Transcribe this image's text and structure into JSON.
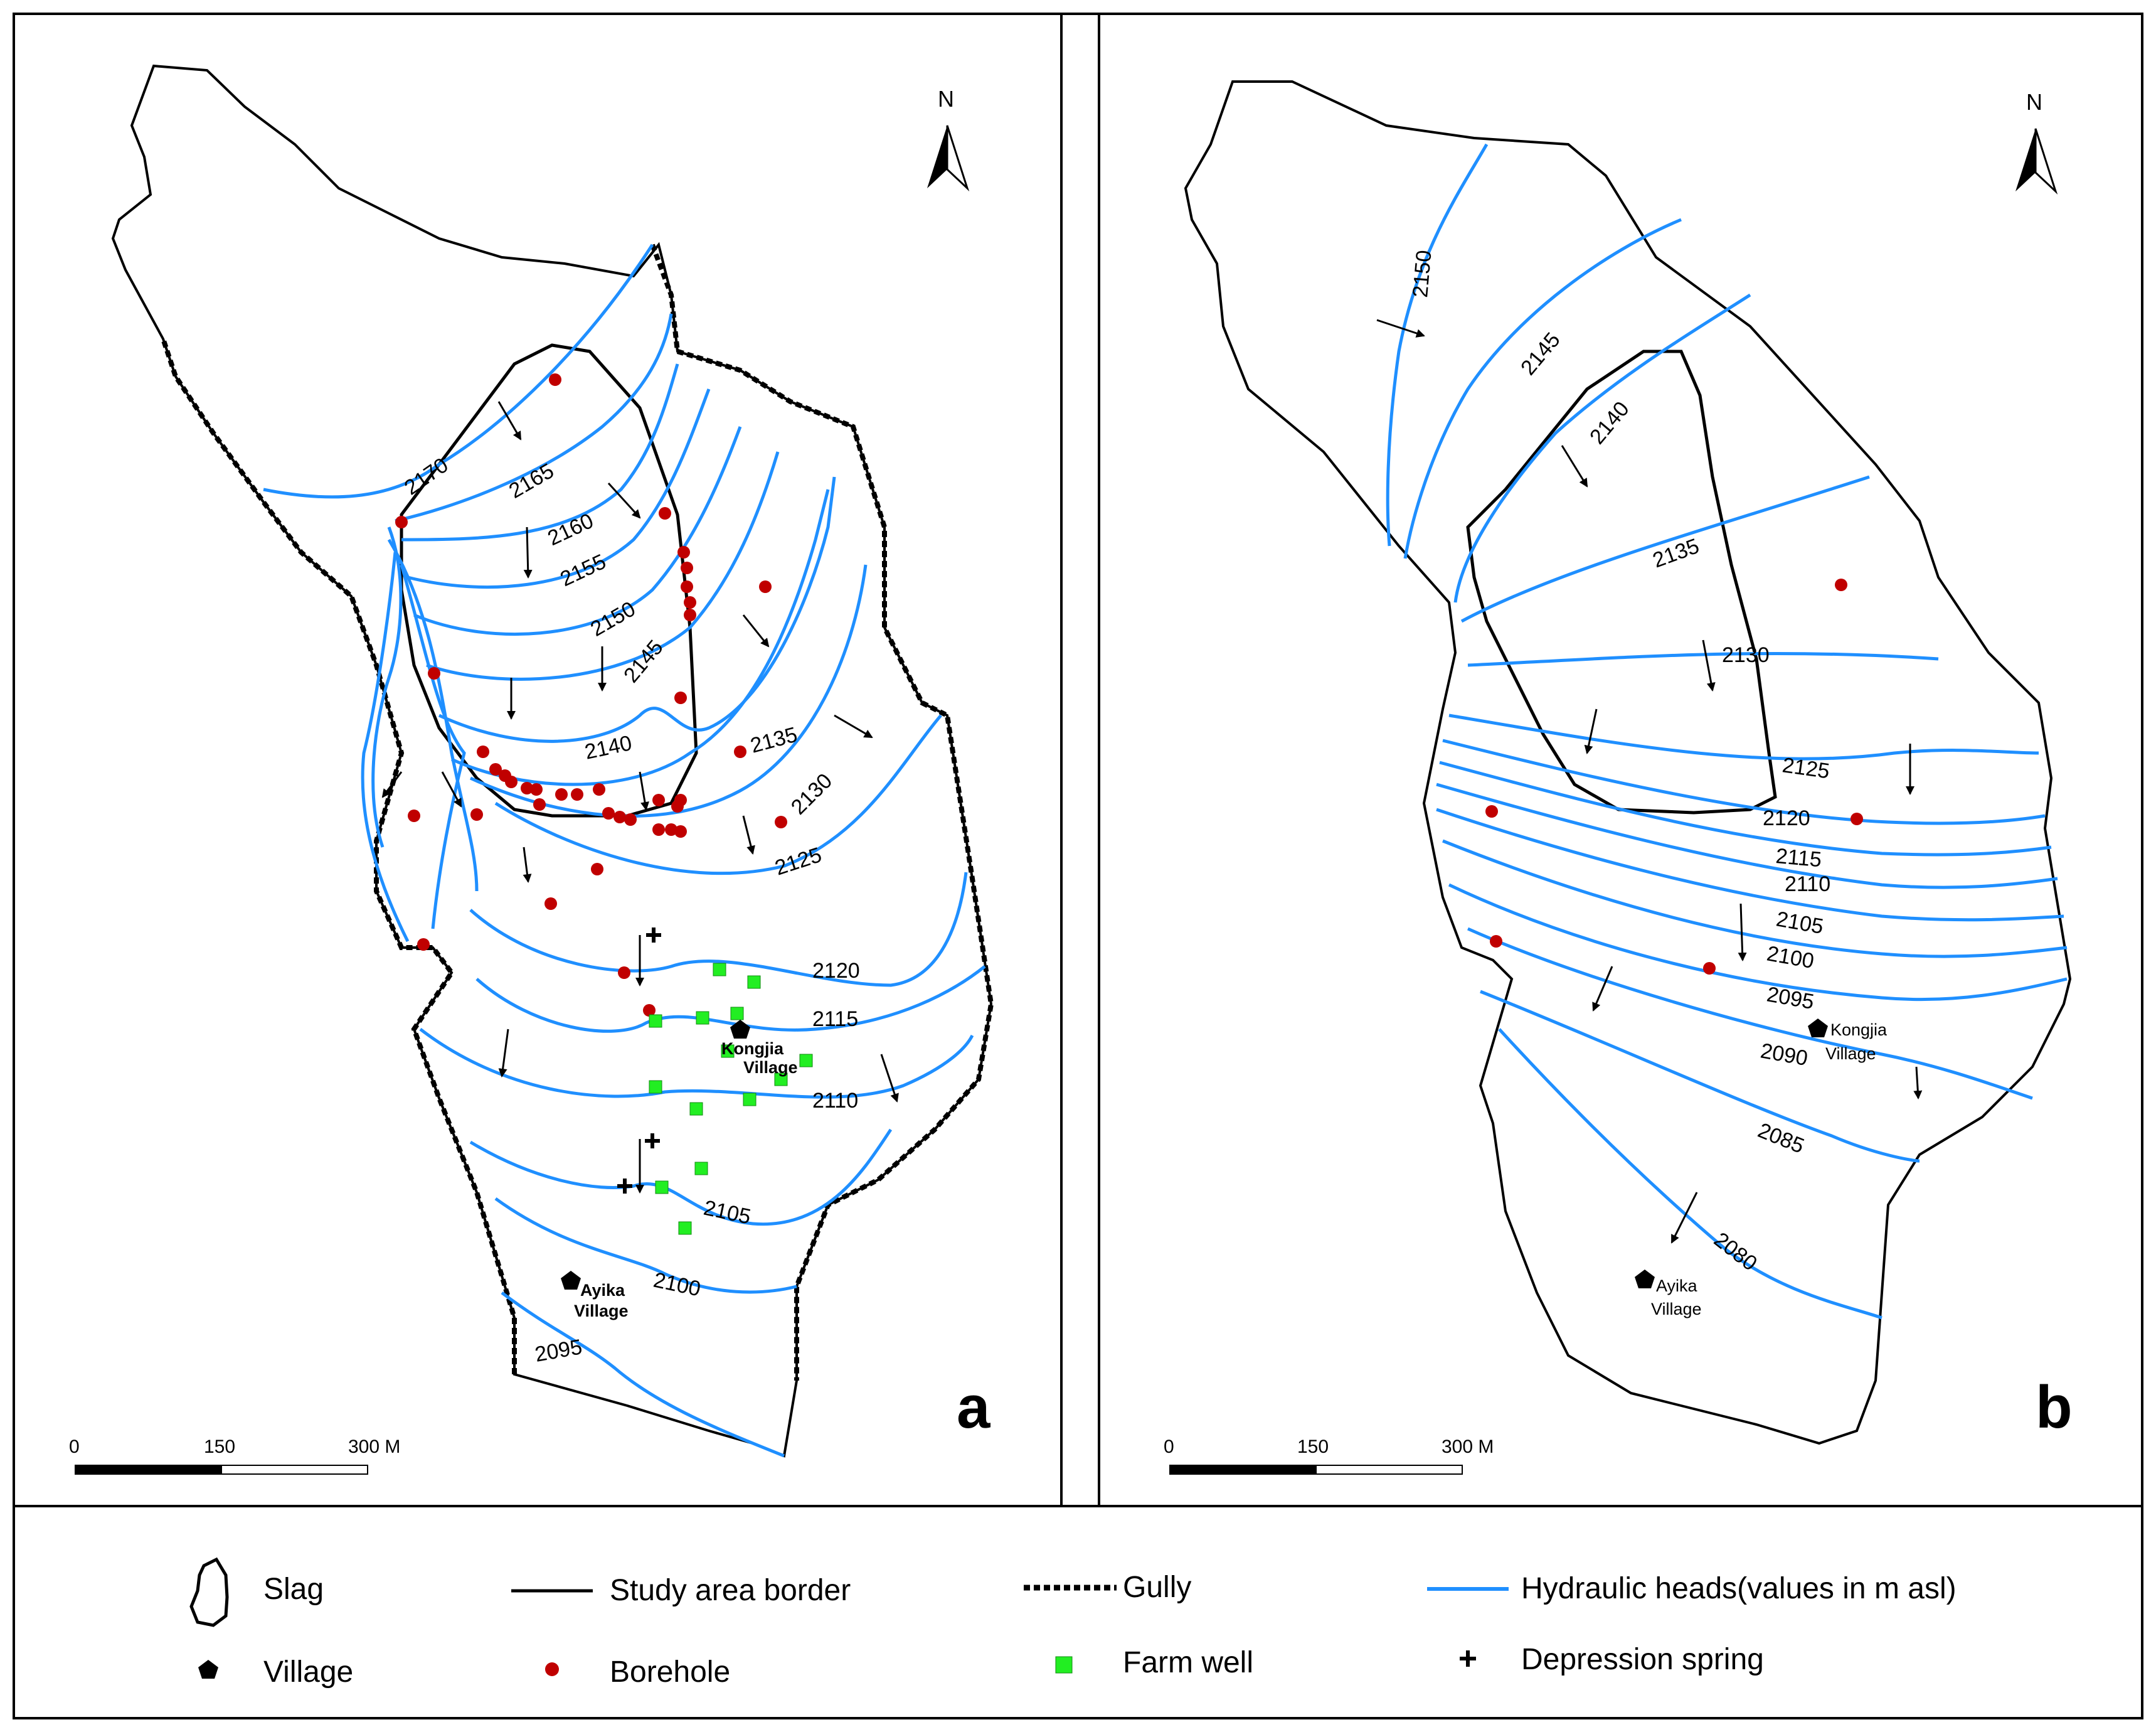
{
  "panel_a": {
    "letter": "a",
    "north": "N",
    "contours": [
      "2170",
      "2165",
      "2160",
      "2155",
      "2150",
      "2145",
      "2140",
      "2135",
      "2130",
      "2125",
      "2120",
      "2115",
      "2110",
      "2105",
      "2100",
      "2095"
    ],
    "villages": [
      {
        "name_1": "Kongjia",
        "name_2": "Village"
      },
      {
        "name_1": "Ayika",
        "name_2": "Village"
      }
    ],
    "scale": {
      "t0": "0",
      "t1": "150",
      "t2": "300 M"
    }
  },
  "panel_b": {
    "letter": "b",
    "north": "N",
    "contours": [
      "2150",
      "2145",
      "2140",
      "2135",
      "2130",
      "2125",
      "2120",
      "2115",
      "2110",
      "2105",
      "2100",
      "2095",
      "2090",
      "2085",
      "2080"
    ],
    "villages": [
      {
        "name_1": "Kongjia",
        "name_2": "Village"
      },
      {
        "name_1": "Ayika",
        "name_2": "Village"
      }
    ],
    "scale": {
      "t0": "0",
      "t1": "150",
      "t2": "300 M"
    }
  },
  "legend": {
    "slag": "Slag",
    "study_area_border": "Study area border",
    "gully": "Gully",
    "hydraulic_heads": "Hydraulic heads(values in m asl)",
    "village": "Village",
    "borehole": "Borehole",
    "farm_well": "Farm well",
    "depression_spring": "Depression spring"
  },
  "colors": {
    "contour": "#1f8fff",
    "borehole": "#c00000",
    "farm_well": "#22ee22",
    "border": "#000000"
  }
}
